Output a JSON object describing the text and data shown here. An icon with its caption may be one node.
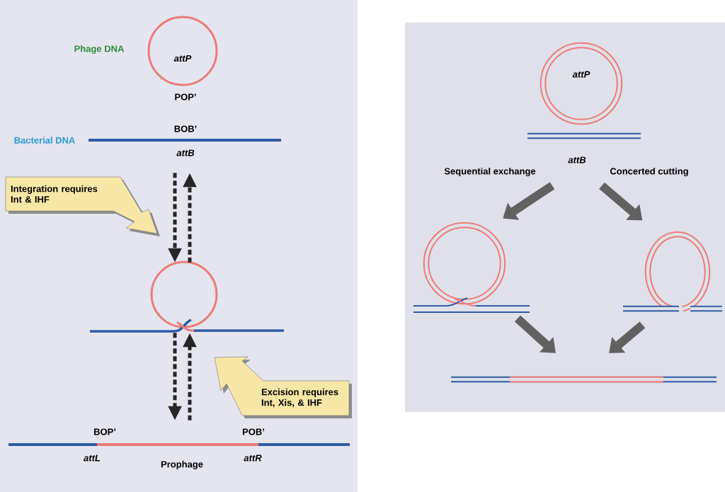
{
  "diagram": {
    "nodes": [
      {
        "text": [
          "attP"
        ],
        "beside": [
          "Phage DNA",
          "POP’"
        ]
      },
      {
        "text": [],
        "shape": "bar",
        "beside": [
          "Bacterial DNA",
          "BOB’",
          "attB"
        ]
      },
      {
        "text": [],
        "shape": "circle"
      },
      {
        "text": [],
        "shape": "bar",
        "beside": [
          "BOP’",
          "attL",
          "POB’",
          "attR",
          "Prophage"
        ]
      },
      {
        "text": [
          "Integration requires Int & IHF"
        ]
      },
      {
        "text": [
          "Excision requires Int, Xis, & IHF"
        ]
      },
      {
        "text": [
          "attP"
        ]
      },
      {
        "text": [],
        "shape": "bar",
        "beside": [
          "attB"
        ]
      },
      {
        "text": [],
        "shape": "circle"
      },
      {
        "text": [],
        "shape": "circle"
      },
      {
        "text": [],
        "shape": "bar"
      }
    ],
    "edges": [
      {
        "from": 1,
        "to": 2,
        "arrow": "to",
        "style": "dashed"
      },
      {
        "from": 2,
        "to": 1,
        "arrow": "to",
        "style": "dashed"
      },
      {
        "from": 2,
        "to": 3,
        "arrow": "to",
        "style": "dashed"
      },
      {
        "from": 3,
        "to": 2,
        "arrow": "to",
        "style": "dashed"
      },
      {
        "from": 7,
        "to": 8,
        "arrow": "to",
        "style": "thick"
      },
      {
        "from": 7,
        "to": 9,
        "arrow": "to",
        "style": "thick"
      },
      {
        "from": 8,
        "to": 10,
        "arrow": "to",
        "style": "thick"
      },
      {
        "from": 9,
        "to": 10,
        "arrow": "to",
        "style": "thick"
      }
    ],
    "labels": [
      "Sequential exchange",
      "Concerted cutting"
    ]
  }
}
